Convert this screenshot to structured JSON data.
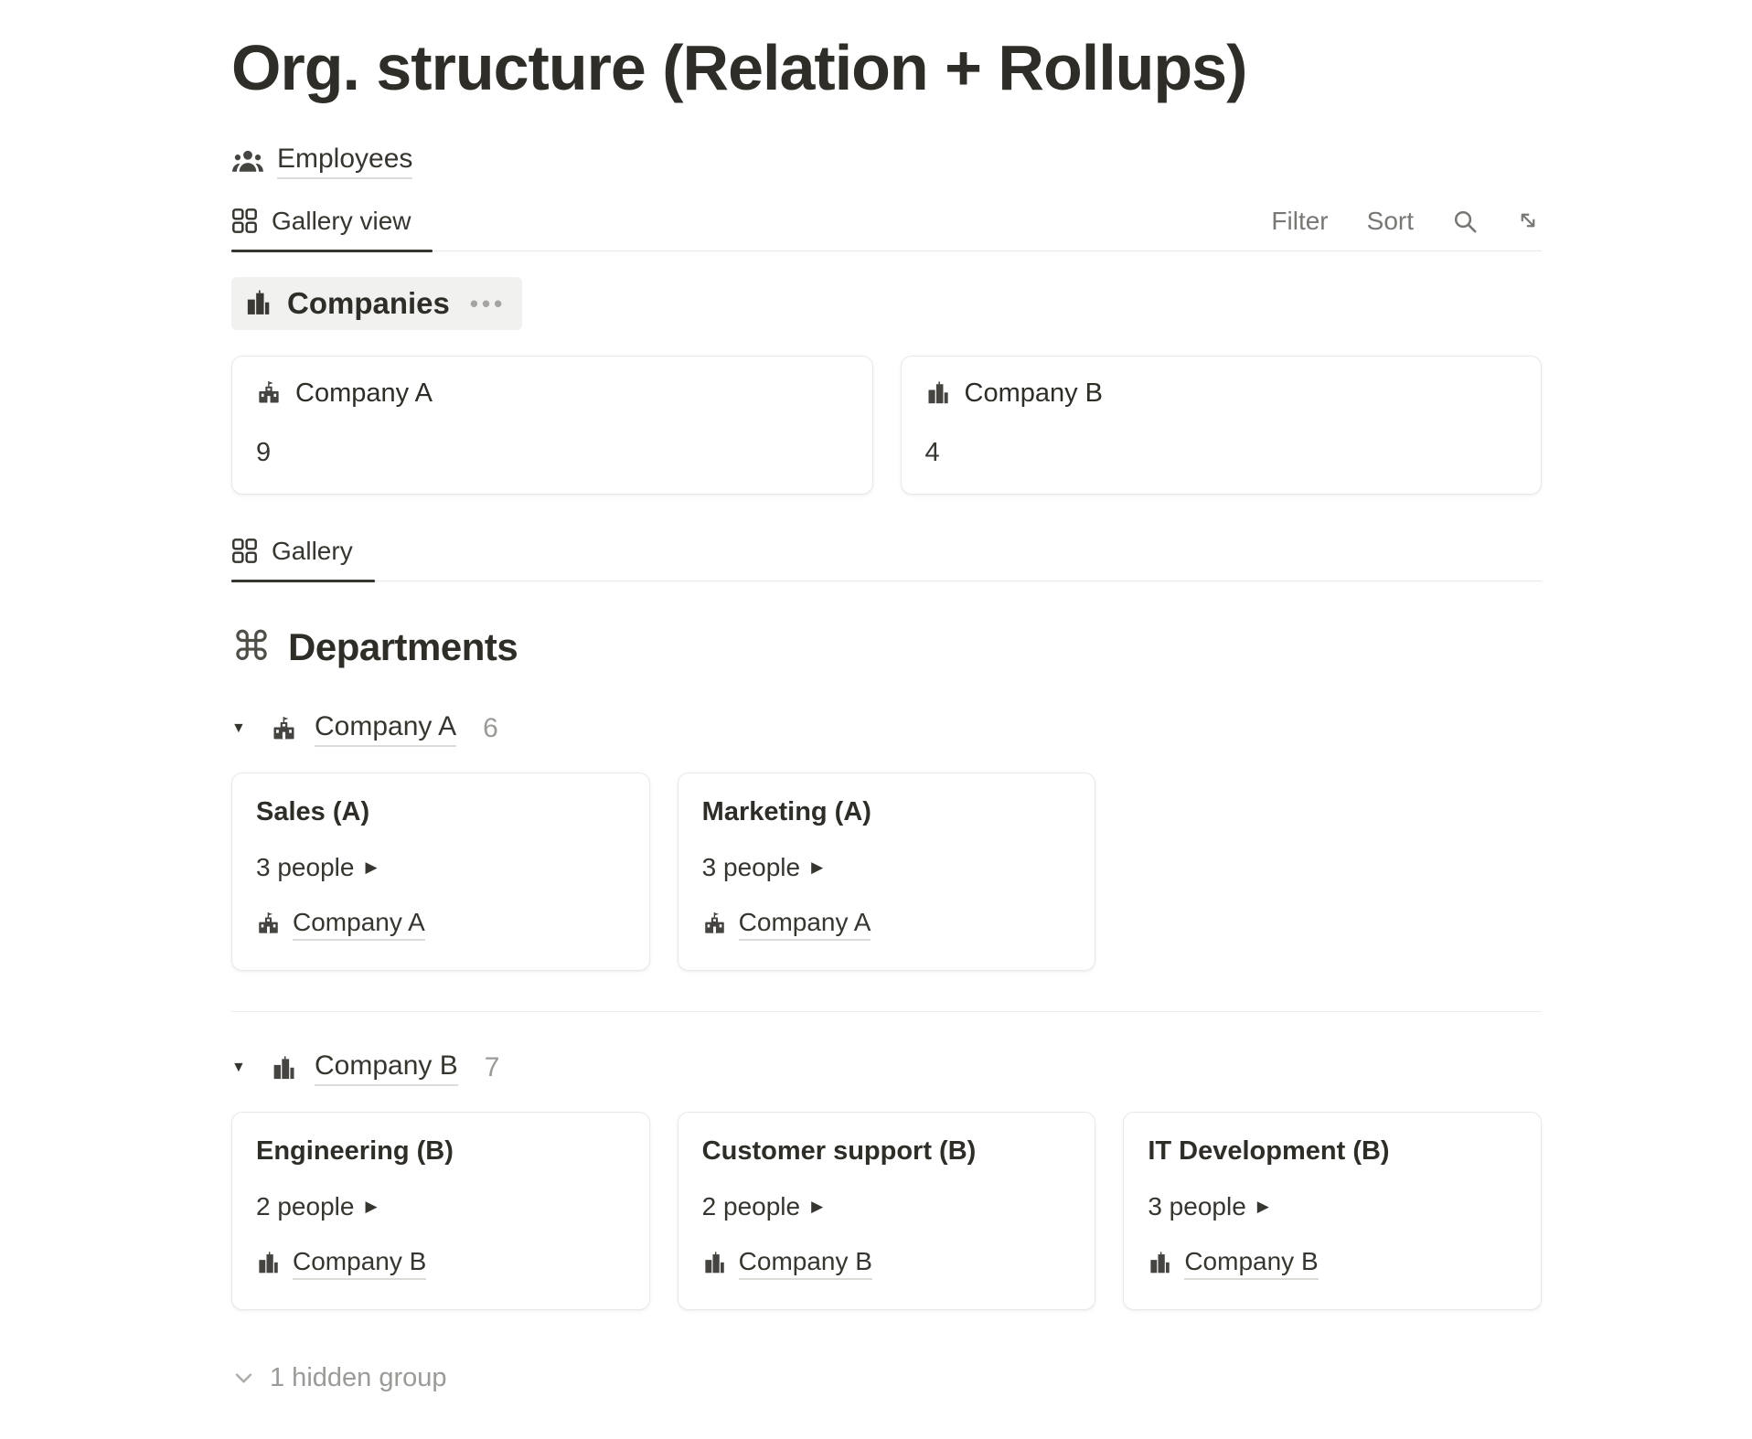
{
  "page": {
    "title": "Org. structure (Relation + Rollups)"
  },
  "source_db": {
    "label": "Employees"
  },
  "toolbar": {
    "filter_label": "Filter",
    "sort_label": "Sort"
  },
  "companies": {
    "tab_label": "Gallery view",
    "group_label": "Companies",
    "cards": [
      {
        "name": "Company A",
        "rollup_count": "9"
      },
      {
        "name": "Company B",
        "rollup_count": "4"
      }
    ]
  },
  "departments": {
    "tab_label": "Gallery",
    "title": "Departments",
    "groups": [
      {
        "company": "Company A",
        "count": "6",
        "cards": [
          {
            "title": "Sales (A)",
            "people": "3 people",
            "company": "Company A"
          },
          {
            "title": "Marketing (A)",
            "people": "3 people",
            "company": "Company A"
          }
        ]
      },
      {
        "company": "Company B",
        "count": "7",
        "cards": [
          {
            "title": "Engineering (B)",
            "people": "2 people",
            "company": "Company B"
          },
          {
            "title": "Customer support (B)",
            "people": "2 people",
            "company": "Company B"
          },
          {
            "title": "IT Development (B)",
            "people": "3 people",
            "company": "Company B"
          }
        ]
      }
    ],
    "hidden_groups_label": "1 hidden group"
  },
  "glyphs": {
    "triangle_down": "▼",
    "play_arrow": "▶",
    "dots_menu": "•••",
    "command": "⌘"
  },
  "colors": {
    "text": "#37352f",
    "secondary_text": "#9b9a97",
    "control_text": "#787774",
    "border": "#e9e9e7",
    "group_chip_bg": "#f1f1ef",
    "active_tab_underline": "#37352f"
  }
}
